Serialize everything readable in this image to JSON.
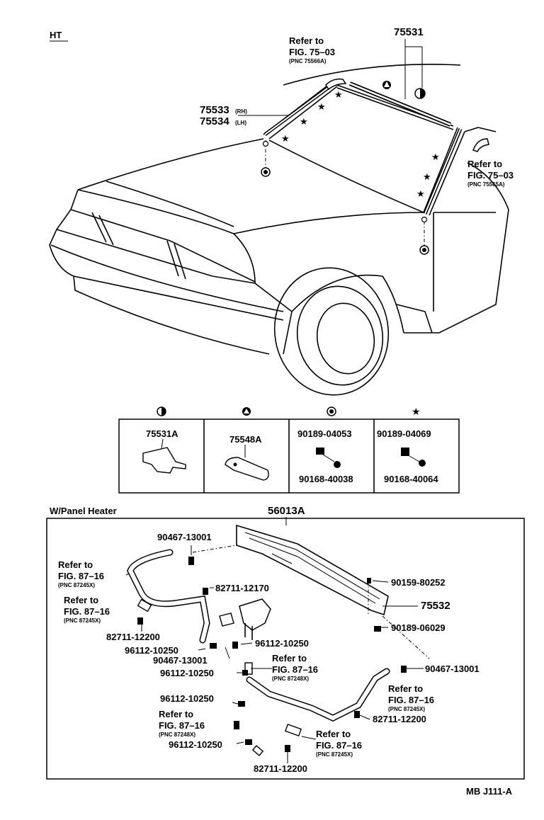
{
  "header": {
    "variant": "HT"
  },
  "top": {
    "part_75531": "75531",
    "part_75533": "75533",
    "rh": "(RH)",
    "part_75534": "75534",
    "lh": "(LH)",
    "ref_top": {
      "line1": "Refer to",
      "line2": "FIG. 75–03",
      "pnc": "(PNC 75566A)"
    },
    "ref_right": {
      "line1": "Refer to",
      "line2": "FIG. 75–03",
      "pnc": "(PNC 75565A)"
    }
  },
  "legend": [
    {
      "symbol": "half-circle",
      "parts": [
        "75531A"
      ]
    },
    {
      "symbol": "triangle-circle",
      "parts": [
        "75548A"
      ]
    },
    {
      "symbol": "dot-circle",
      "parts": [
        "90189-04053",
        "90168-40038"
      ]
    },
    {
      "symbol": "star",
      "parts": [
        "90189-04069",
        "90168-40064"
      ]
    }
  ],
  "panel_heater": {
    "title": "W/Panel Heater",
    "main_part": "56013A",
    "labels": {
      "p90467_a": "90467-13001",
      "p82711_12170": "82711-12170",
      "p90159": "90159-80252",
      "p75532": "75532",
      "p90189_06029": "90189-06029",
      "p82711_a": "82711-12200",
      "p96112_a": "96112-10250",
      "p90467_b": "90467-13001",
      "p96112_b": "96112-10250",
      "p96112_c": "96112-10250",
      "p96112_d": "96112-10250",
      "p96112_e": "96112-10250",
      "p90467_c": "90467-13001",
      "p82711_b": "82711-12200",
      "p82711_c": "82711-12200"
    },
    "refs": [
      {
        "line1": "Refer to",
        "line2": "FIG. 87–16",
        "pnc": "(PNC 87245X)"
      },
      {
        "line1": "Refer to",
        "line2": "FIG. 87–16",
        "pnc": "(PNC 87245X)"
      },
      {
        "line1": "Refer to",
        "line2": "FIG. 87–16",
        "pnc": "(PNC 87248X)"
      },
      {
        "line1": "Refer to",
        "line2": "FIG. 87–16",
        "pnc": "(PNC 87245X)"
      },
      {
        "line1": "Refer to",
        "line2": "FIG. 87–16",
        "pnc": "(PNC 87248X)"
      },
      {
        "line1": "Refer to",
        "line2": "FIG. 87–16",
        "pnc": "(PNC 87245X)"
      }
    ]
  },
  "footer": {
    "code": "MB J111-A"
  }
}
